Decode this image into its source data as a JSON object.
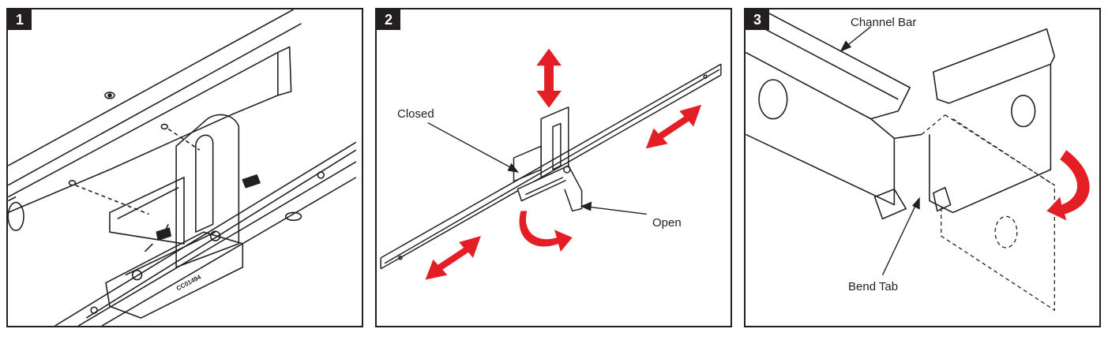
{
  "panels": [
    {
      "step": "1",
      "part_code": "CC01494"
    },
    {
      "step": "2",
      "labels": {
        "closed": "Closed",
        "open": "Open"
      }
    },
    {
      "step": "3",
      "labels": {
        "channel_bar": "Channel Bar",
        "bend_tab": "Bend Tab"
      }
    }
  ],
  "colors": {
    "line": "#231f20",
    "arrow": "#e31e24",
    "background": "#ffffff"
  }
}
